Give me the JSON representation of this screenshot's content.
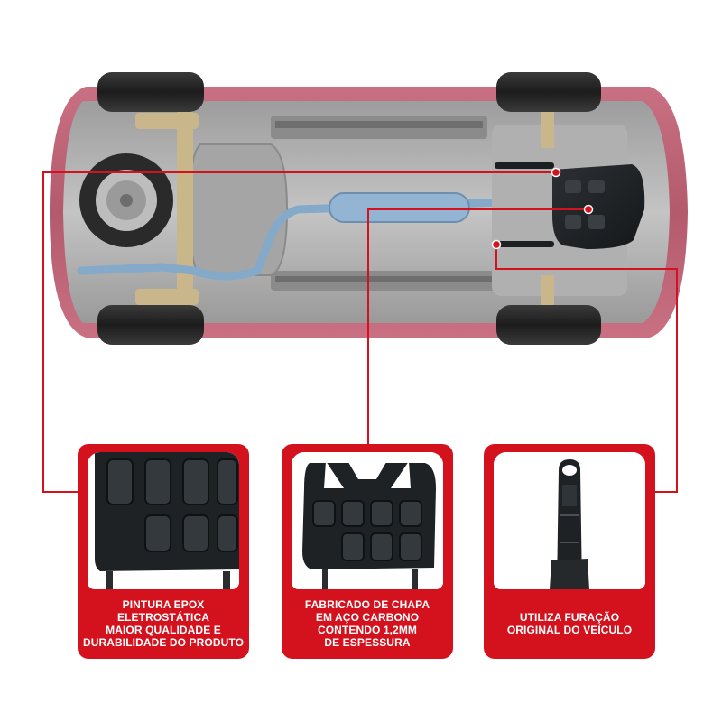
{
  "colors": {
    "brand_red": "#d3121e",
    "car_body": "#c9677a",
    "undercarriage": "#b9b9b9",
    "guard_plate": "#1c1f22"
  },
  "features": [
    {
      "id": "epoxy-paint",
      "icon": "guard-plate-surface-icon",
      "lines": [
        "PINTURA EPOX",
        "ELETROSTÁTICA",
        "MAIOR QUALIDADE E",
        "DURABILIDADE DO PRODUTO"
      ]
    },
    {
      "id": "carbon-steel",
      "icon": "guard-plate-front-icon",
      "lines": [
        "FABRICADO DE CHAPA",
        "EM AÇO CARBONO",
        "CONTENDO 1,2MM",
        "DE ESPESSURA"
      ]
    },
    {
      "id": "original-holes",
      "icon": "mounting-bar-icon",
      "lines": [
        "UTILIZA FURAÇÃO",
        "ORIGINAL DO VEÍCULO"
      ]
    }
  ]
}
